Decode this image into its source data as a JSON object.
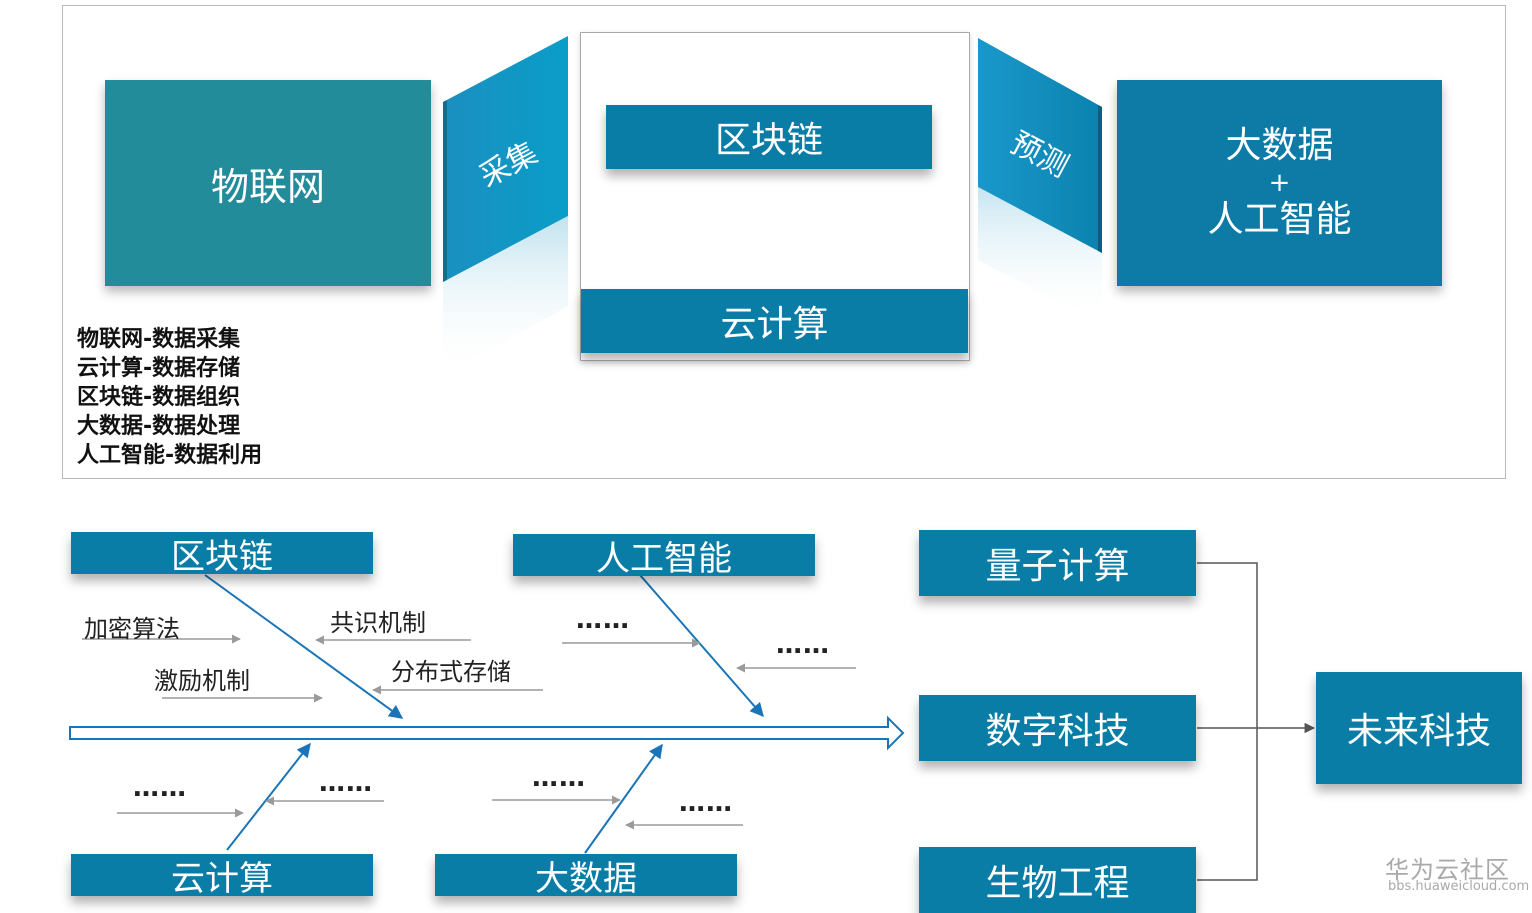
{
  "top": {
    "iot": "物联网",
    "collect": "采集",
    "blockchain": "区块链",
    "cloud": "云计算",
    "predict": "预测",
    "bigdata_ai": {
      "line1": "大数据",
      "line2": "+",
      "line3": "人工智能"
    },
    "legend": [
      "物联网-数据采集",
      "云计算-数据存储",
      "区块链-数据组织",
      "大数据-数据处理",
      "人工智能-数据利用"
    ]
  },
  "bottom": {
    "blockchain": "区块链",
    "ai": "人工智能",
    "cloud": "云计算",
    "bigdata": "大数据",
    "encryption": "加密算法",
    "incentive": "激励机制",
    "consensus": "共识机制",
    "distributed_storage": "分布式存储",
    "ellipsis": "……",
    "quantum": "量子计算",
    "digital_tech": "数字科技",
    "bioengineering": "生物工程",
    "future_tech": "未来科技"
  },
  "watermark": {
    "brand": "华为云社区",
    "url": "bbs.huaweicloud.com"
  },
  "colors": {
    "teal": "#238c9b",
    "blue": "#0a7da6",
    "arrow": "#1a75b8",
    "grey_arrow": "#9a9a9a"
  }
}
